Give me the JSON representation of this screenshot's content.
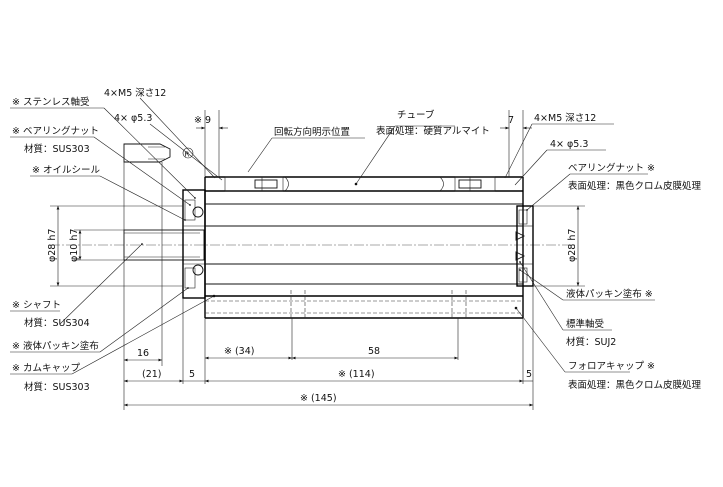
{
  "labels": {
    "stainless_bearing": "※ ステンレス軸受",
    "bearing_nut_left": "※ ベアリングナット",
    "material_sus303_a": "材質：SUS303",
    "oil_seal": "※ オイルシール",
    "shaft": "※ シャフト",
    "material_sus304": "材質：SUS304",
    "liquid_packing_left": "※ 液体パッキン塗布",
    "cam_cap": "※ カムキャップ",
    "material_sus303_b": "材質：SUS303",
    "m5_left": "4×M5 深さ12",
    "phi53_left": "4× φ5.3",
    "dim_9": "※ 9",
    "rotation_mark": "回転方向明示位置",
    "r_symbol": "R",
    "tube": "チューブ",
    "tube_surface": "表面処理：硬質アルマイト",
    "dim_7": "7",
    "m5_right": "4×M5 深さ12",
    "phi53_right": "4× φ5.3",
    "bearing_nut_right": "ベアリングナット ※",
    "surface_black_a": "表面処理：黒色クロム皮膜処理",
    "liquid_packing_right": "液体パッキン塗布 ※",
    "std_bearing": "標準軸受",
    "material_suj2": "材質：SUJ2",
    "follower_cap": "フォロアキャップ ※",
    "surface_black_b": "表面処理：黒色クロム皮膜処理",
    "phi28_left": "φ28 h7",
    "phi10": "φ10 h7",
    "phi28_right": "φ28 h7"
  },
  "dimensions": {
    "d16": "16",
    "d34": "※ (34)",
    "d58": "58",
    "d21": "(21)",
    "d5_left": "5",
    "d114": "※ (114)",
    "d5_right": "5",
    "d145": "※ (145)"
  }
}
